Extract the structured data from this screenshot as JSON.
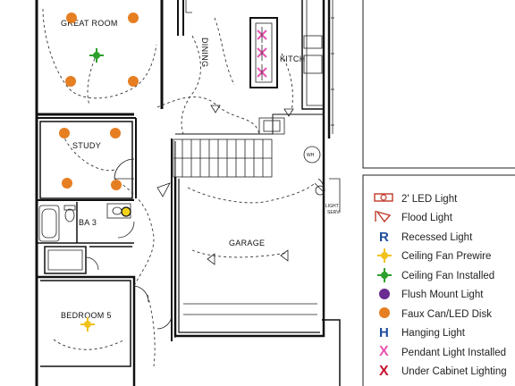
{
  "rooms": {
    "great_room": "GREAT ROOM",
    "dining": "DINING",
    "kitchen": "KITCH",
    "study": "STUDY",
    "bath": "BA 3",
    "garage": "GARAGE",
    "bedroom": "BEDROOM 5",
    "wh": "WH"
  },
  "legend": {
    "items": [
      {
        "label": "2' LED Light",
        "symbol": "led-strip-icon",
        "color": "#c0392b"
      },
      {
        "label": "Flood Light",
        "symbol": "flood-light-icon",
        "color": "#c0392b"
      },
      {
        "label": "Recessed Light",
        "symbol": "R",
        "color": "#1f4e9c"
      },
      {
        "label": "Ceiling Fan Prewire",
        "symbol": "fan-prewire-icon",
        "color": "#f2c21b"
      },
      {
        "label": "Ceiling Fan Installed",
        "symbol": "fan-installed-icon",
        "color": "#2ca02c"
      },
      {
        "label": "Flush Mount Light",
        "symbol": "flush-mount-icon",
        "color": "#6a2c91"
      },
      {
        "label": "Faux Can/LED Disk",
        "symbol": "led-disk-icon",
        "color": "#e67e22"
      },
      {
        "label": "Hanging Light",
        "symbol": "H",
        "color": "#1f4e9c"
      },
      {
        "label": "Pendant Light Installed",
        "symbol": "X",
        "color": "#e754b0"
      },
      {
        "label": "Under Cabinet Lighting",
        "symbol": "X",
        "color": "#c8102e"
      }
    ]
  },
  "colors": {
    "disk": "#e67e22",
    "fan_installed": "#2ca02c",
    "fan_prewire": "#f2c21b",
    "pendant": "#e754b0",
    "wall": "#111111"
  }
}
